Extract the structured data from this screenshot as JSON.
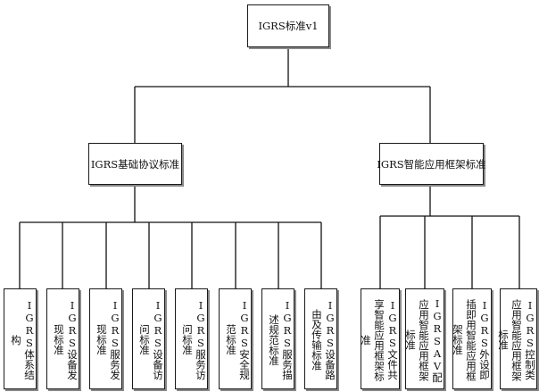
{
  "root": {
    "label": "IGRS标准v1"
  },
  "groups": [
    {
      "label": "IGRS基础协议标准",
      "children": [
        "IGRS体系结构",
        "IGRS设备发现标准",
        "IGRS服务发现标准",
        "IGRS设备访问标准",
        "IGRS服务访问标准",
        "IGRS安全规范标准",
        "IGRS服务描述规范标准",
        "IGRS设备路由及传输标准"
      ]
    },
    {
      "label": "IGRS智能应用框架标准",
      "children": [
        "IGRS文件共享智能应用框架标准",
        "IGRSAV配应用智能应用框架标准",
        "IGRS外设即插即用智能应用框架标准",
        "IGRS控制类应用智能应用框架标准"
      ]
    }
  ]
}
